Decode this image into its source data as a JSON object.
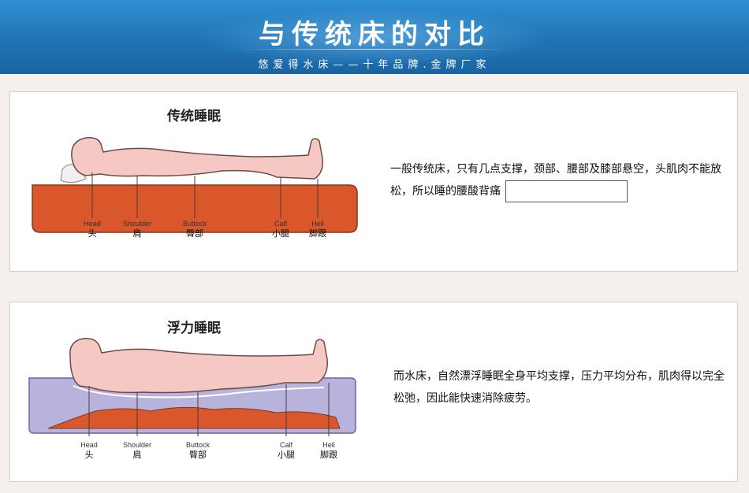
{
  "header": {
    "title": "与传统床的对比",
    "subtitle": "悠爱得水床——十年品牌.金牌厂家"
  },
  "traditional": {
    "title": "传统睡眠",
    "labels": [
      {
        "en": "Head",
        "zh": "头"
      },
      {
        "en": "Shoulder",
        "zh": "肩"
      },
      {
        "en": "Buttock",
        "zh": "臀部"
      },
      {
        "en": "Calf",
        "zh": "小腿"
      },
      {
        "en": "Hell",
        "zh": "脚跟"
      }
    ],
    "description": "一般传统床，只有几点支撑，颈部、腰部及膝部悬空，头肌肉不能放松，所以睡的腰酸背痛",
    "colors": {
      "mattress": "#d9572a",
      "body": "#f6c8c4",
      "outline": "#6b4a48"
    }
  },
  "waterbed": {
    "title": "浮力睡眠",
    "labels": [
      {
        "en": "Head",
        "zh": "头"
      },
      {
        "en": "Shoulder",
        "zh": "肩"
      },
      {
        "en": "Buttock",
        "zh": "臀部"
      },
      {
        "en": "Calf",
        "zh": "小腿"
      },
      {
        "en": "Hell",
        "zh": "脚跟"
      }
    ],
    "description": "而水床，自然漂浮睡眠全身平均支撑，压力平均分布，肌肉得以完全松弛，因此能快速消除疲劳。",
    "colors": {
      "water": "#b8b3dc",
      "base": "#d9572a",
      "body": "#f6c8c4",
      "outline": "#6b4a48"
    }
  }
}
